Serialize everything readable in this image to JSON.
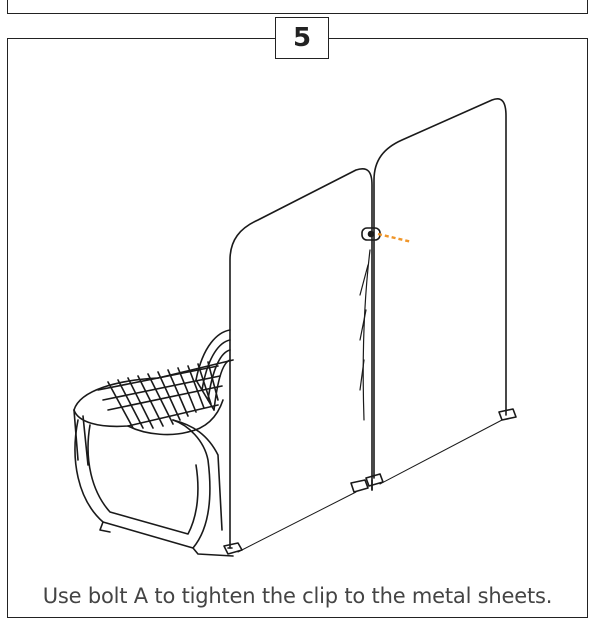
{
  "step": {
    "number": "5",
    "caption": "Use bolt A to tighten the clip to the metal sheets."
  },
  "colors": {
    "line": "#1a1a1a",
    "highlight": "#f0962a"
  },
  "icons": {
    "bolt": "bolt-indicator"
  }
}
